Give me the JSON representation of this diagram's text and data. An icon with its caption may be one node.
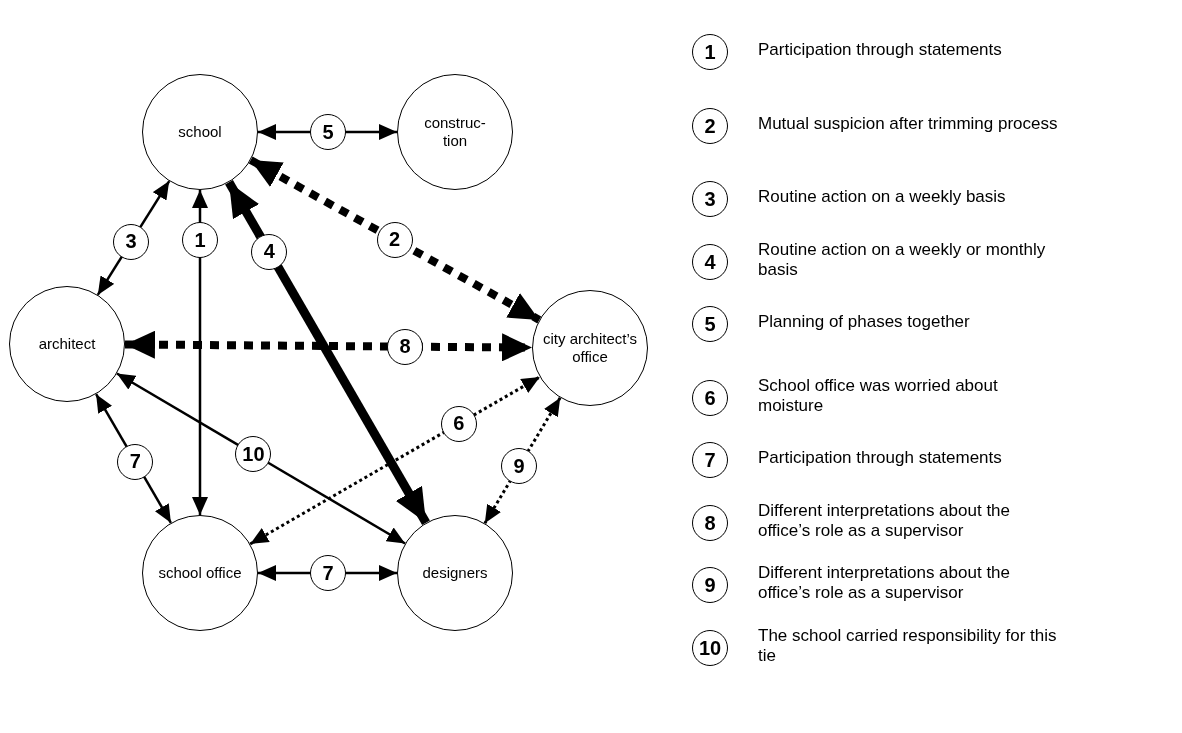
{
  "diagram": {
    "nodes": [
      {
        "text": [
          "school"
        ]
      },
      {
        "text": [
          "construc- tion"
        ]
      },
      {
        "text": [
          "architect"
        ]
      },
      {
        "text": [
          "city architect’s office"
        ]
      },
      {
        "text": [
          "school office"
        ]
      },
      {
        "text": [
          "designers"
        ]
      }
    ],
    "edges": [
      {
        "from": 0,
        "to": 1,
        "arrow": "both",
        "label": "5"
      },
      {
        "from": 2,
        "to": 0,
        "arrow": "both",
        "label": "3"
      },
      {
        "from": 0,
        "to": 4,
        "arrow": "both",
        "label": "1"
      },
      {
        "from": 0,
        "to": 5,
        "arrow": "both",
        "label": "4",
        "style": "thick"
      },
      {
        "from": 0,
        "to": 3,
        "arrow": "both",
        "label": "2",
        "style": "dashed"
      },
      {
        "from": 2,
        "to": 3,
        "arrow": "both",
        "label": "8",
        "style": "dashed"
      },
      {
        "from": 4,
        "to": 3,
        "arrow": "both",
        "label": "6",
        "style": "dashed"
      },
      {
        "from": 2,
        "to": 5,
        "arrow": "both",
        "label": "10"
      },
      {
        "from": 3,
        "to": 5,
        "arrow": "both",
        "label": "9",
        "style": "dashed"
      },
      {
        "from": 2,
        "to": 4,
        "arrow": "both",
        "label": "7"
      },
      {
        "from": 4,
        "to": 5,
        "arrow": "both",
        "label": "7"
      }
    ],
    "labels": [
      "1",
      "2",
      "3",
      "4",
      "5",
      "6",
      "7",
      "8",
      "9",
      "10"
    ],
    "legend": [
      {
        "text": "Participation through statements"
      },
      {
        "text": "Mutual suspicion after trimming process"
      },
      {
        "text": "Routine action on a weekly basis"
      },
      {
        "text": "Routine action on a weekly or monthly basis"
      },
      {
        "text": "Planning of phases together"
      },
      {
        "text": "School office was worried about moisture"
      },
      {
        "text": "Participation through statements"
      },
      {
        "text": "Different interpretations about the office’s role as a supervisor"
      },
      {
        "text": "Different interpretations about the office’s role as a supervisor"
      },
      {
        "text": "The school carried responsibility for this tie"
      }
    ]
  }
}
